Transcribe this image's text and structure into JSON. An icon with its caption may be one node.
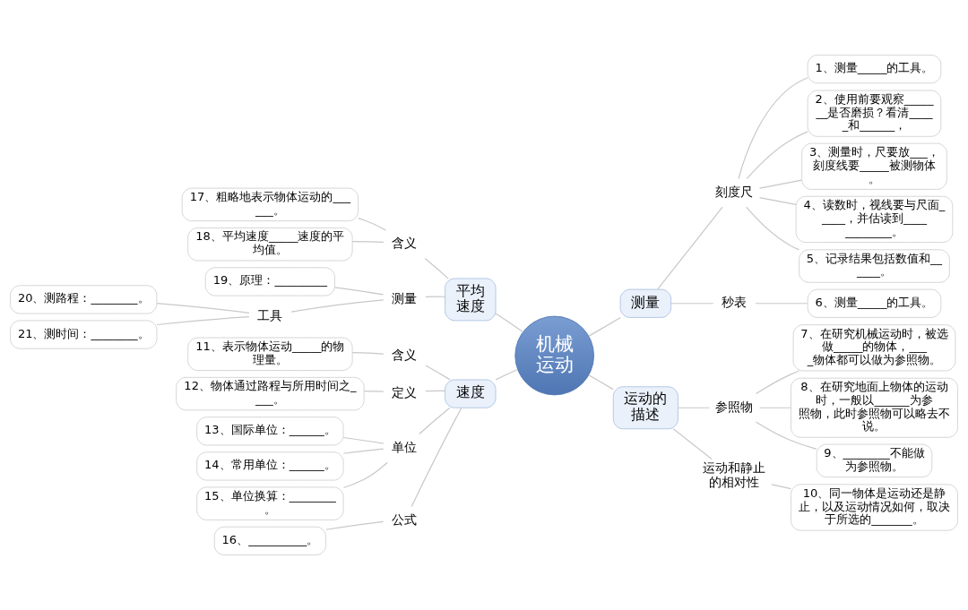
{
  "diagram": {
    "nodes": [
      {
        "text": [
          "机械运动"
        ]
      },
      {
        "text": [
          "测量"
        ]
      },
      {
        "text": [
          "刻度尺"
        ]
      },
      {
        "text": [
          "1、测量_____的工具。"
        ]
      },
      {
        "text": [
          "2、使用前要观察_______是否磨损？看清_____和______，"
        ]
      },
      {
        "text": [
          "3、测量时，尺要放___，刻度线要_____被测物体。"
        ]
      },
      {
        "text": [
          "4、读数时，视线要与尺面_____，并估读到____________。"
        ]
      },
      {
        "text": [
          "5、记录结果包括数值和______。"
        ]
      },
      {
        "text": [
          "秒表"
        ]
      },
      {
        "text": [
          "6、测量_____的工具。"
        ]
      },
      {
        "text": [
          "平均速度"
        ]
      },
      {
        "text": [
          "含义"
        ]
      },
      {
        "text": [
          "17、粗略地表示物体运动的______。"
        ]
      },
      {
        "text": [
          "18、平均速度_____速度的平均值。"
        ]
      },
      {
        "text": [
          "测量"
        ]
      },
      {
        "text": [
          "19、原理：_________"
        ]
      },
      {
        "text": [
          "工具"
        ]
      },
      {
        "text": [
          "20、测路程：________。"
        ]
      },
      {
        "text": [
          "21、测时间：________。"
        ]
      },
      {
        "text": [
          "速度"
        ]
      },
      {
        "text": [
          "含义"
        ]
      },
      {
        "text": [
          "11、表示物体运动_____的物理量。"
        ]
      },
      {
        "text": [
          "定义"
        ]
      },
      {
        "text": [
          "12、物体通过路程与所用时间之____。"
        ]
      },
      {
        "text": [
          "单位"
        ]
      },
      {
        "text": [
          "13、国际单位：______。"
        ]
      },
      {
        "text": [
          "14、常用单位：______。"
        ]
      },
      {
        "text": [
          "15、单位换算：________。"
        ]
      },
      {
        "text": [
          "公式"
        ]
      },
      {
        "text": [
          "16、__________。"
        ]
      },
      {
        "text": [
          "运动的描述"
        ]
      },
      {
        "text": [
          "参照物"
        ]
      },
      {
        "text": [
          "7、在研究机械运动时，被选做_____的物体，____物体都可以做为参照物。"
        ]
      },
      {
        "text": [
          "8、在研究地面上物体的运动时，一般以______为参照物，此时参照物可以略去不说。"
        ]
      },
      {
        "text": [
          "9、________不能做为参照物。"
        ]
      },
      {
        "text": [
          "运动和静止的相对性"
        ]
      },
      {
        "text": [
          "10、同一物体是运动还是静止，以及运动情况如何，取决于所选的_______。"
        ]
      }
    ],
    "edges": [
      {
        "from": 0,
        "to": 1,
        "arrow": "none"
      },
      {
        "from": 1,
        "to": 2,
        "arrow": "none"
      },
      {
        "from": 2,
        "to": 3,
        "arrow": "none"
      },
      {
        "from": 2,
        "to": 4,
        "arrow": "none"
      },
      {
        "from": 2,
        "to": 5,
        "arrow": "none"
      },
      {
        "from": 2,
        "to": 6,
        "arrow": "none"
      },
      {
        "from": 2,
        "to": 7,
        "arrow": "none"
      },
      {
        "from": 1,
        "to": 8,
        "arrow": "none"
      },
      {
        "from": 8,
        "to": 9,
        "arrow": "none"
      },
      {
        "from": 0,
        "to": 10,
        "arrow": "none"
      },
      {
        "from": 10,
        "to": 11,
        "arrow": "none"
      },
      {
        "from": 11,
        "to": 12,
        "arrow": "none"
      },
      {
        "from": 11,
        "to": 13,
        "arrow": "none"
      },
      {
        "from": 10,
        "to": 14,
        "arrow": "none"
      },
      {
        "from": 14,
        "to": 15,
        "arrow": "none"
      },
      {
        "from": 14,
        "to": 16,
        "arrow": "none"
      },
      {
        "from": 16,
        "to": 17,
        "arrow": "none"
      },
      {
        "from": 16,
        "to": 18,
        "arrow": "none"
      },
      {
        "from": 0,
        "to": 19,
        "arrow": "none"
      },
      {
        "from": 19,
        "to": 20,
        "arrow": "none"
      },
      {
        "from": 20,
        "to": 21,
        "arrow": "none"
      },
      {
        "from": 19,
        "to": 22,
        "arrow": "none"
      },
      {
        "from": 22,
        "to": 23,
        "arrow": "none"
      },
      {
        "from": 19,
        "to": 24,
        "arrow": "none"
      },
      {
        "from": 24,
        "to": 25,
        "arrow": "none"
      },
      {
        "from": 24,
        "to": 26,
        "arrow": "none"
      },
      {
        "from": 24,
        "to": 27,
        "arrow": "none"
      },
      {
        "from": 19,
        "to": 28,
        "arrow": "none"
      },
      {
        "from": 28,
        "to": 29,
        "arrow": "none"
      },
      {
        "from": 0,
        "to": 30,
        "arrow": "none"
      },
      {
        "from": 30,
        "to": 31,
        "arrow": "none"
      },
      {
        "from": 31,
        "to": 32,
        "arrow": "none"
      },
      {
        "from": 31,
        "to": 33,
        "arrow": "none"
      },
      {
        "from": 31,
        "to": 34,
        "arrow": "none"
      },
      {
        "from": 30,
        "to": 35,
        "arrow": "none"
      },
      {
        "from": 35,
        "to": 36,
        "arrow": "none"
      }
    ]
  }
}
